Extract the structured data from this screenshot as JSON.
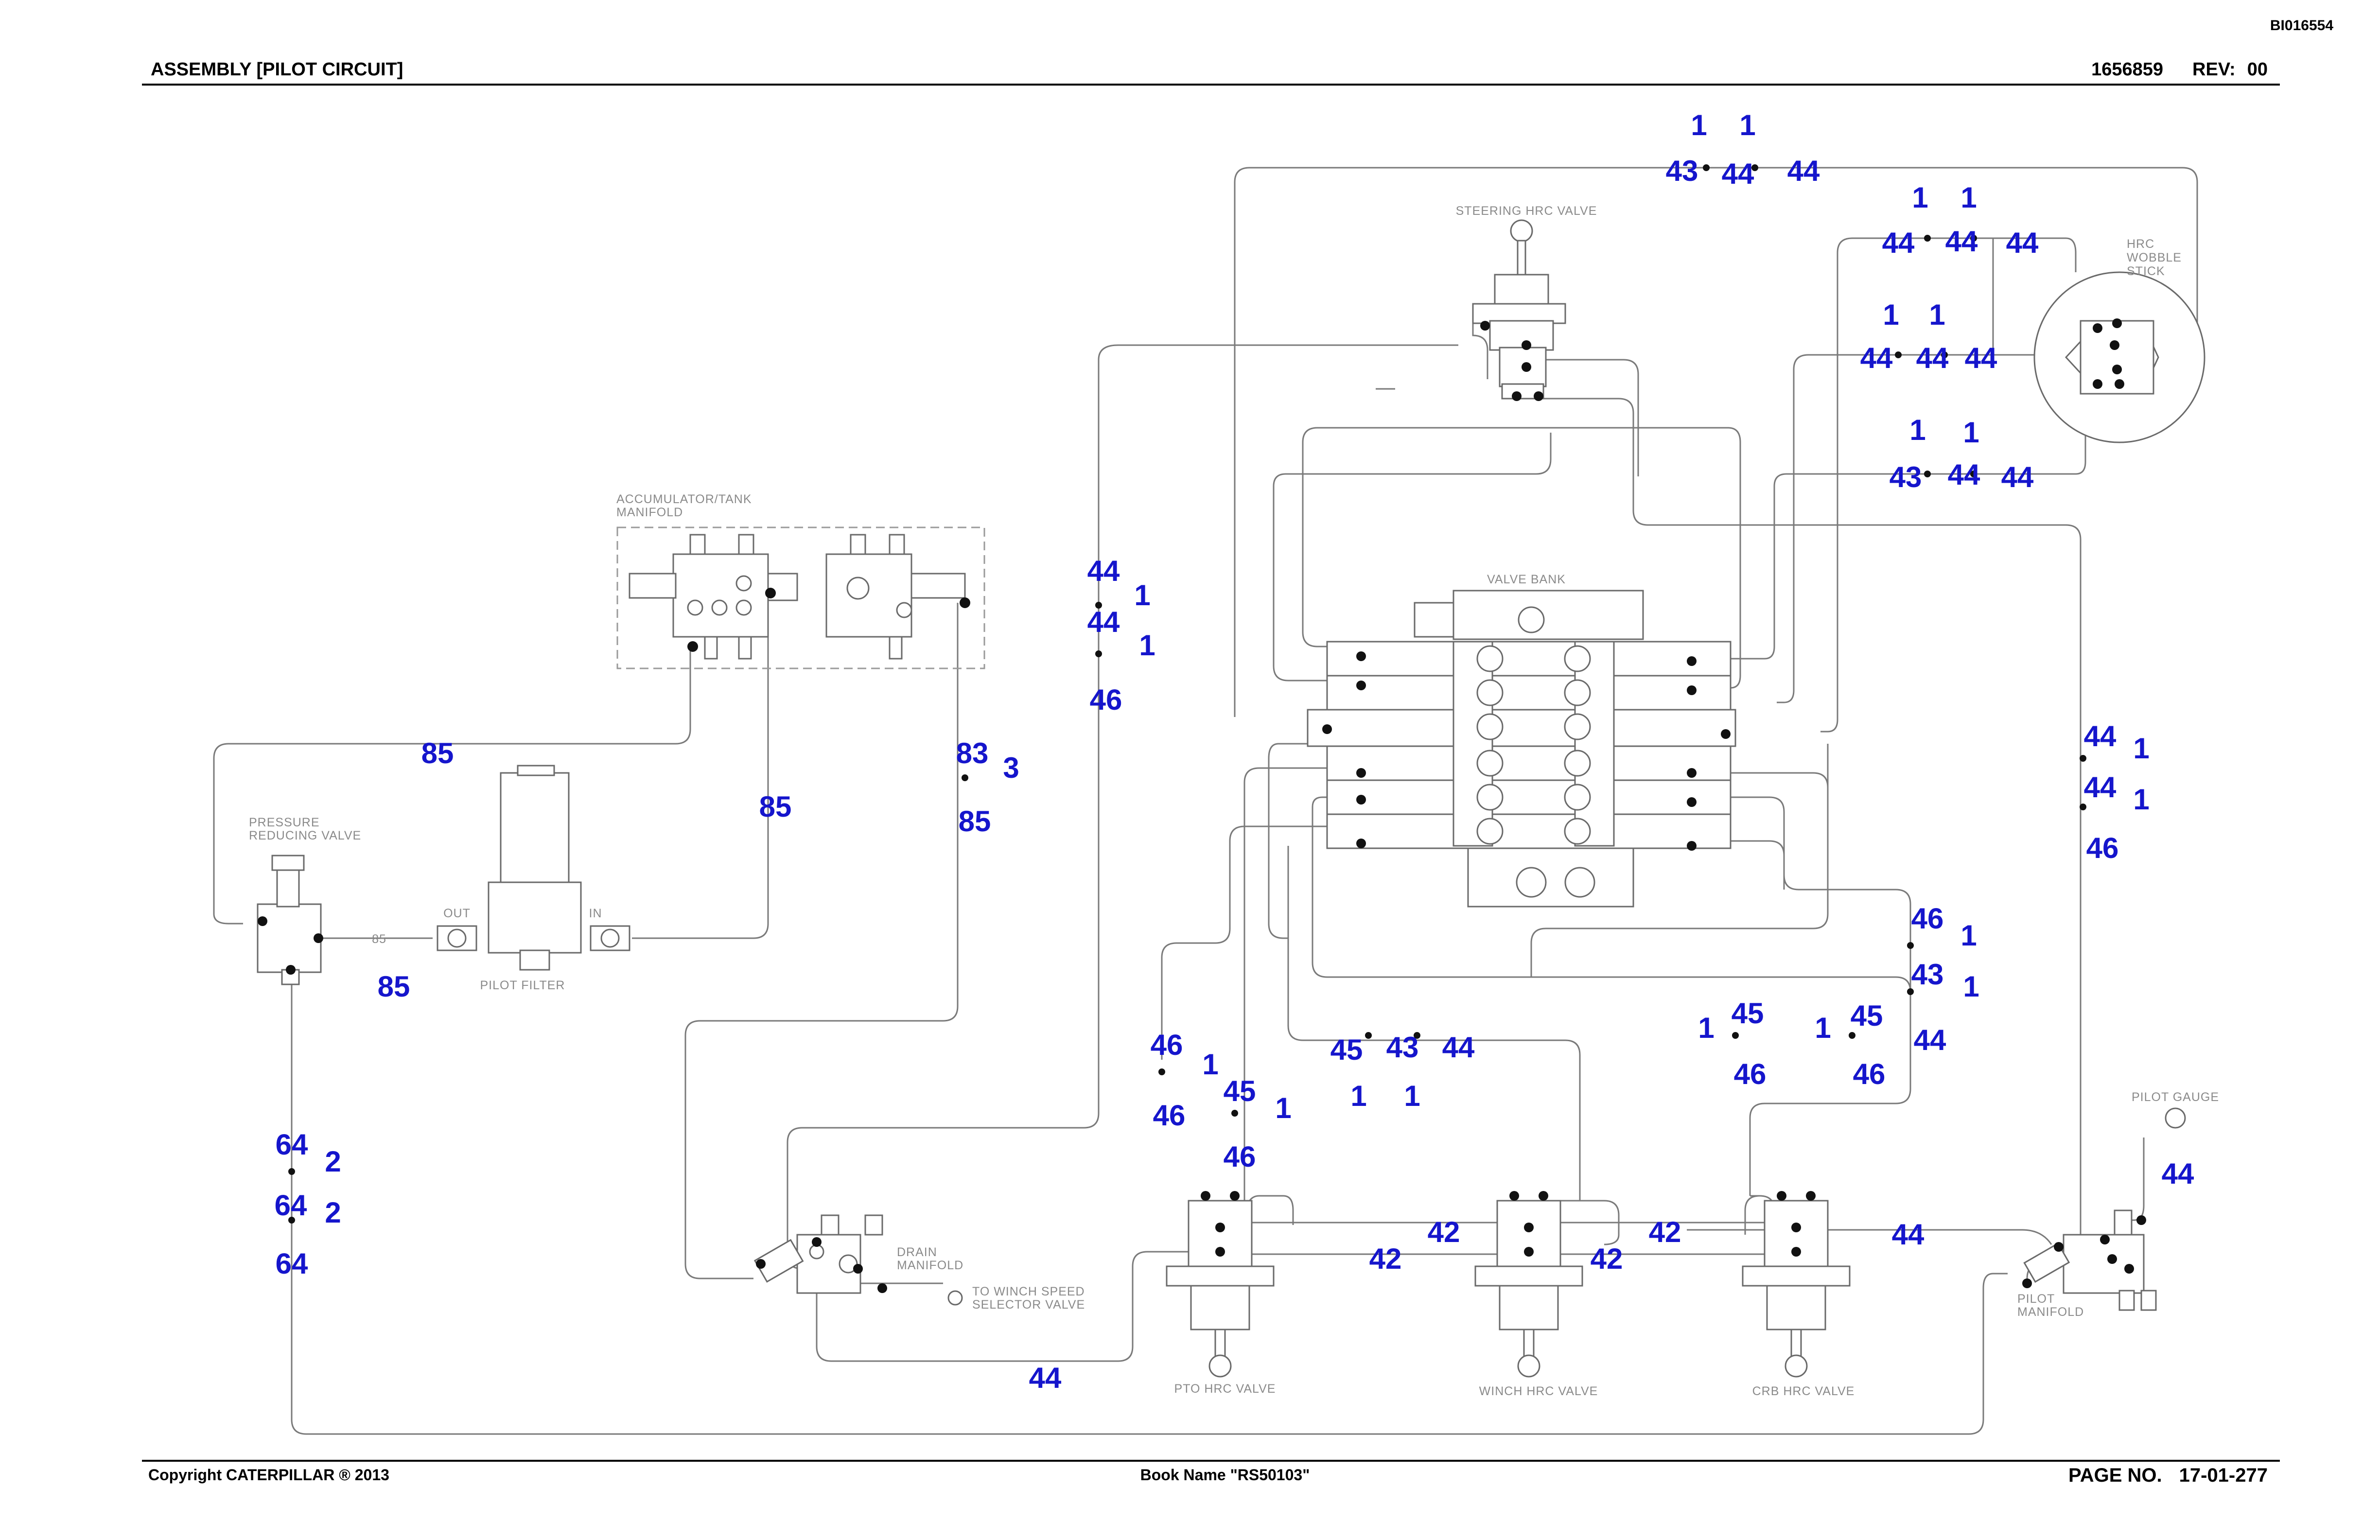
{
  "header": {
    "code": "BI016554",
    "title": "ASSEMBLY [PILOT CIRCUIT]",
    "part_number": "1656859",
    "rev_label": "REV:",
    "rev_value": "00"
  },
  "footer": {
    "copyright": "Copyright CATERPILLAR ® 2013",
    "book_name": "Book Name \"RS50103\"",
    "page_label": "PAGE NO.",
    "page_value": "17-01-277"
  },
  "component_labels": {
    "steering_valve": "STEERING HRC VALVE",
    "hrc_wobble_1": "HRC",
    "hrc_wobble_2": "WOBBLE",
    "hrc_wobble_3": "STICK",
    "accumulator_1": "ACCUMULATOR/TANK",
    "accumulator_2": "MANIFOLD",
    "valve_bank": "VALVE BANK",
    "pressure_1": "PRESSURE",
    "pressure_2": "REDUCING VALVE",
    "out": "OUT",
    "in": "IN",
    "pilot_filter": "PILOT FILTER",
    "line_85": "85",
    "drain_1": "DRAIN",
    "drain_2": "MANIFOLD",
    "winch_speed_1": "TO WINCH SPEED",
    "winch_speed_2": "SELECTOR VALVE",
    "pto_valve": "PTO HRC VALVE",
    "winch_valve": "WINCH HRC VALVE",
    "crb_valve": "CRB HRC VALVE",
    "pilot_gauge": "PILOT GAUGE",
    "pilot_manifold_1": "PILOT",
    "pilot_manifold_2": "MANIFOLD"
  },
  "callouts": {
    "c1": "1",
    "c2": "1",
    "c3": "43",
    "c4": "44",
    "c5": "44",
    "c6": "1",
    "c7": "1",
    "c8": "44",
    "c9": "44",
    "c10": "44",
    "c11": "1",
    "c12": "1",
    "c13": "44",
    "c14": "44",
    "c15": "44",
    "c16": "1",
    "c17": "1",
    "c18": "43",
    "c19": "44",
    "c20": "44",
    "c21": "44",
    "c22": "1",
    "c23": "44",
    "c24": "1",
    "c25": "46",
    "c26": "85",
    "c27": "85",
    "c28": "83",
    "c29": "3",
    "c30": "85",
    "c31": "85",
    "c32": "44",
    "c33": "1",
    "c34": "44",
    "c35": "1",
    "c36": "46",
    "c37": "46",
    "c38": "1",
    "c39": "43",
    "c40": "1",
    "c41": "44",
    "c42": "1",
    "c43": "45",
    "c44": "46",
    "c45": "1",
    "c46": "45",
    "c47": "46",
    "c48": "45",
    "c49": "43",
    "c50": "44",
    "c51": "1",
    "c52": "1",
    "c53": "46",
    "c54": "1",
    "c55": "46",
    "c56": "45",
    "c57": "1",
    "c58": "46",
    "c59": "64",
    "c60": "2",
    "c61": "64",
    "c62": "2",
    "c63": "64",
    "c64": "42",
    "c65": "42",
    "c66": "42",
    "c67": "42",
    "c68": "44",
    "c69": "44",
    "c70": "44"
  }
}
